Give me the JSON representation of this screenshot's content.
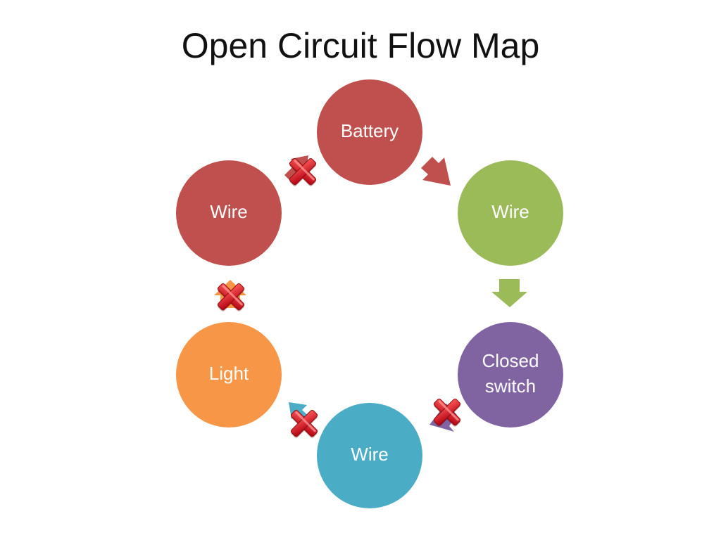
{
  "title": "Open Circuit Flow Map",
  "nodes": [
    {
      "id": "battery",
      "label": "Battery",
      "color": "#c0504d"
    },
    {
      "id": "wire-right",
      "label": "Wire",
      "color": "#9bbb59"
    },
    {
      "id": "closed-switch",
      "label_lines": [
        "Closed",
        "switch"
      ],
      "color": "#8064a2"
    },
    {
      "id": "wire-bottom",
      "label": "Wire",
      "color": "#4bacc6"
    },
    {
      "id": "light",
      "label": "Light",
      "color": "#f79646"
    },
    {
      "id": "wire-left",
      "label": "Wire",
      "color": "#c0504d"
    }
  ],
  "connectors": [
    {
      "from": "battery",
      "to": "wire-right",
      "color": "#c0504d",
      "broken": false
    },
    {
      "from": "wire-right",
      "to": "closed-switch",
      "color": "#9bbb59",
      "broken": false
    },
    {
      "from": "closed-switch",
      "to": "wire-bottom",
      "color": "#8064a2",
      "broken": true
    },
    {
      "from": "wire-bottom",
      "to": "light",
      "color": "#4bacc6",
      "broken": true
    },
    {
      "from": "light",
      "to": "wire-left",
      "color": "#f79646",
      "broken": true
    },
    {
      "from": "wire-left",
      "to": "battery",
      "color": "#c0504d",
      "broken": true
    }
  ],
  "break_mark_color": "#d8141b"
}
